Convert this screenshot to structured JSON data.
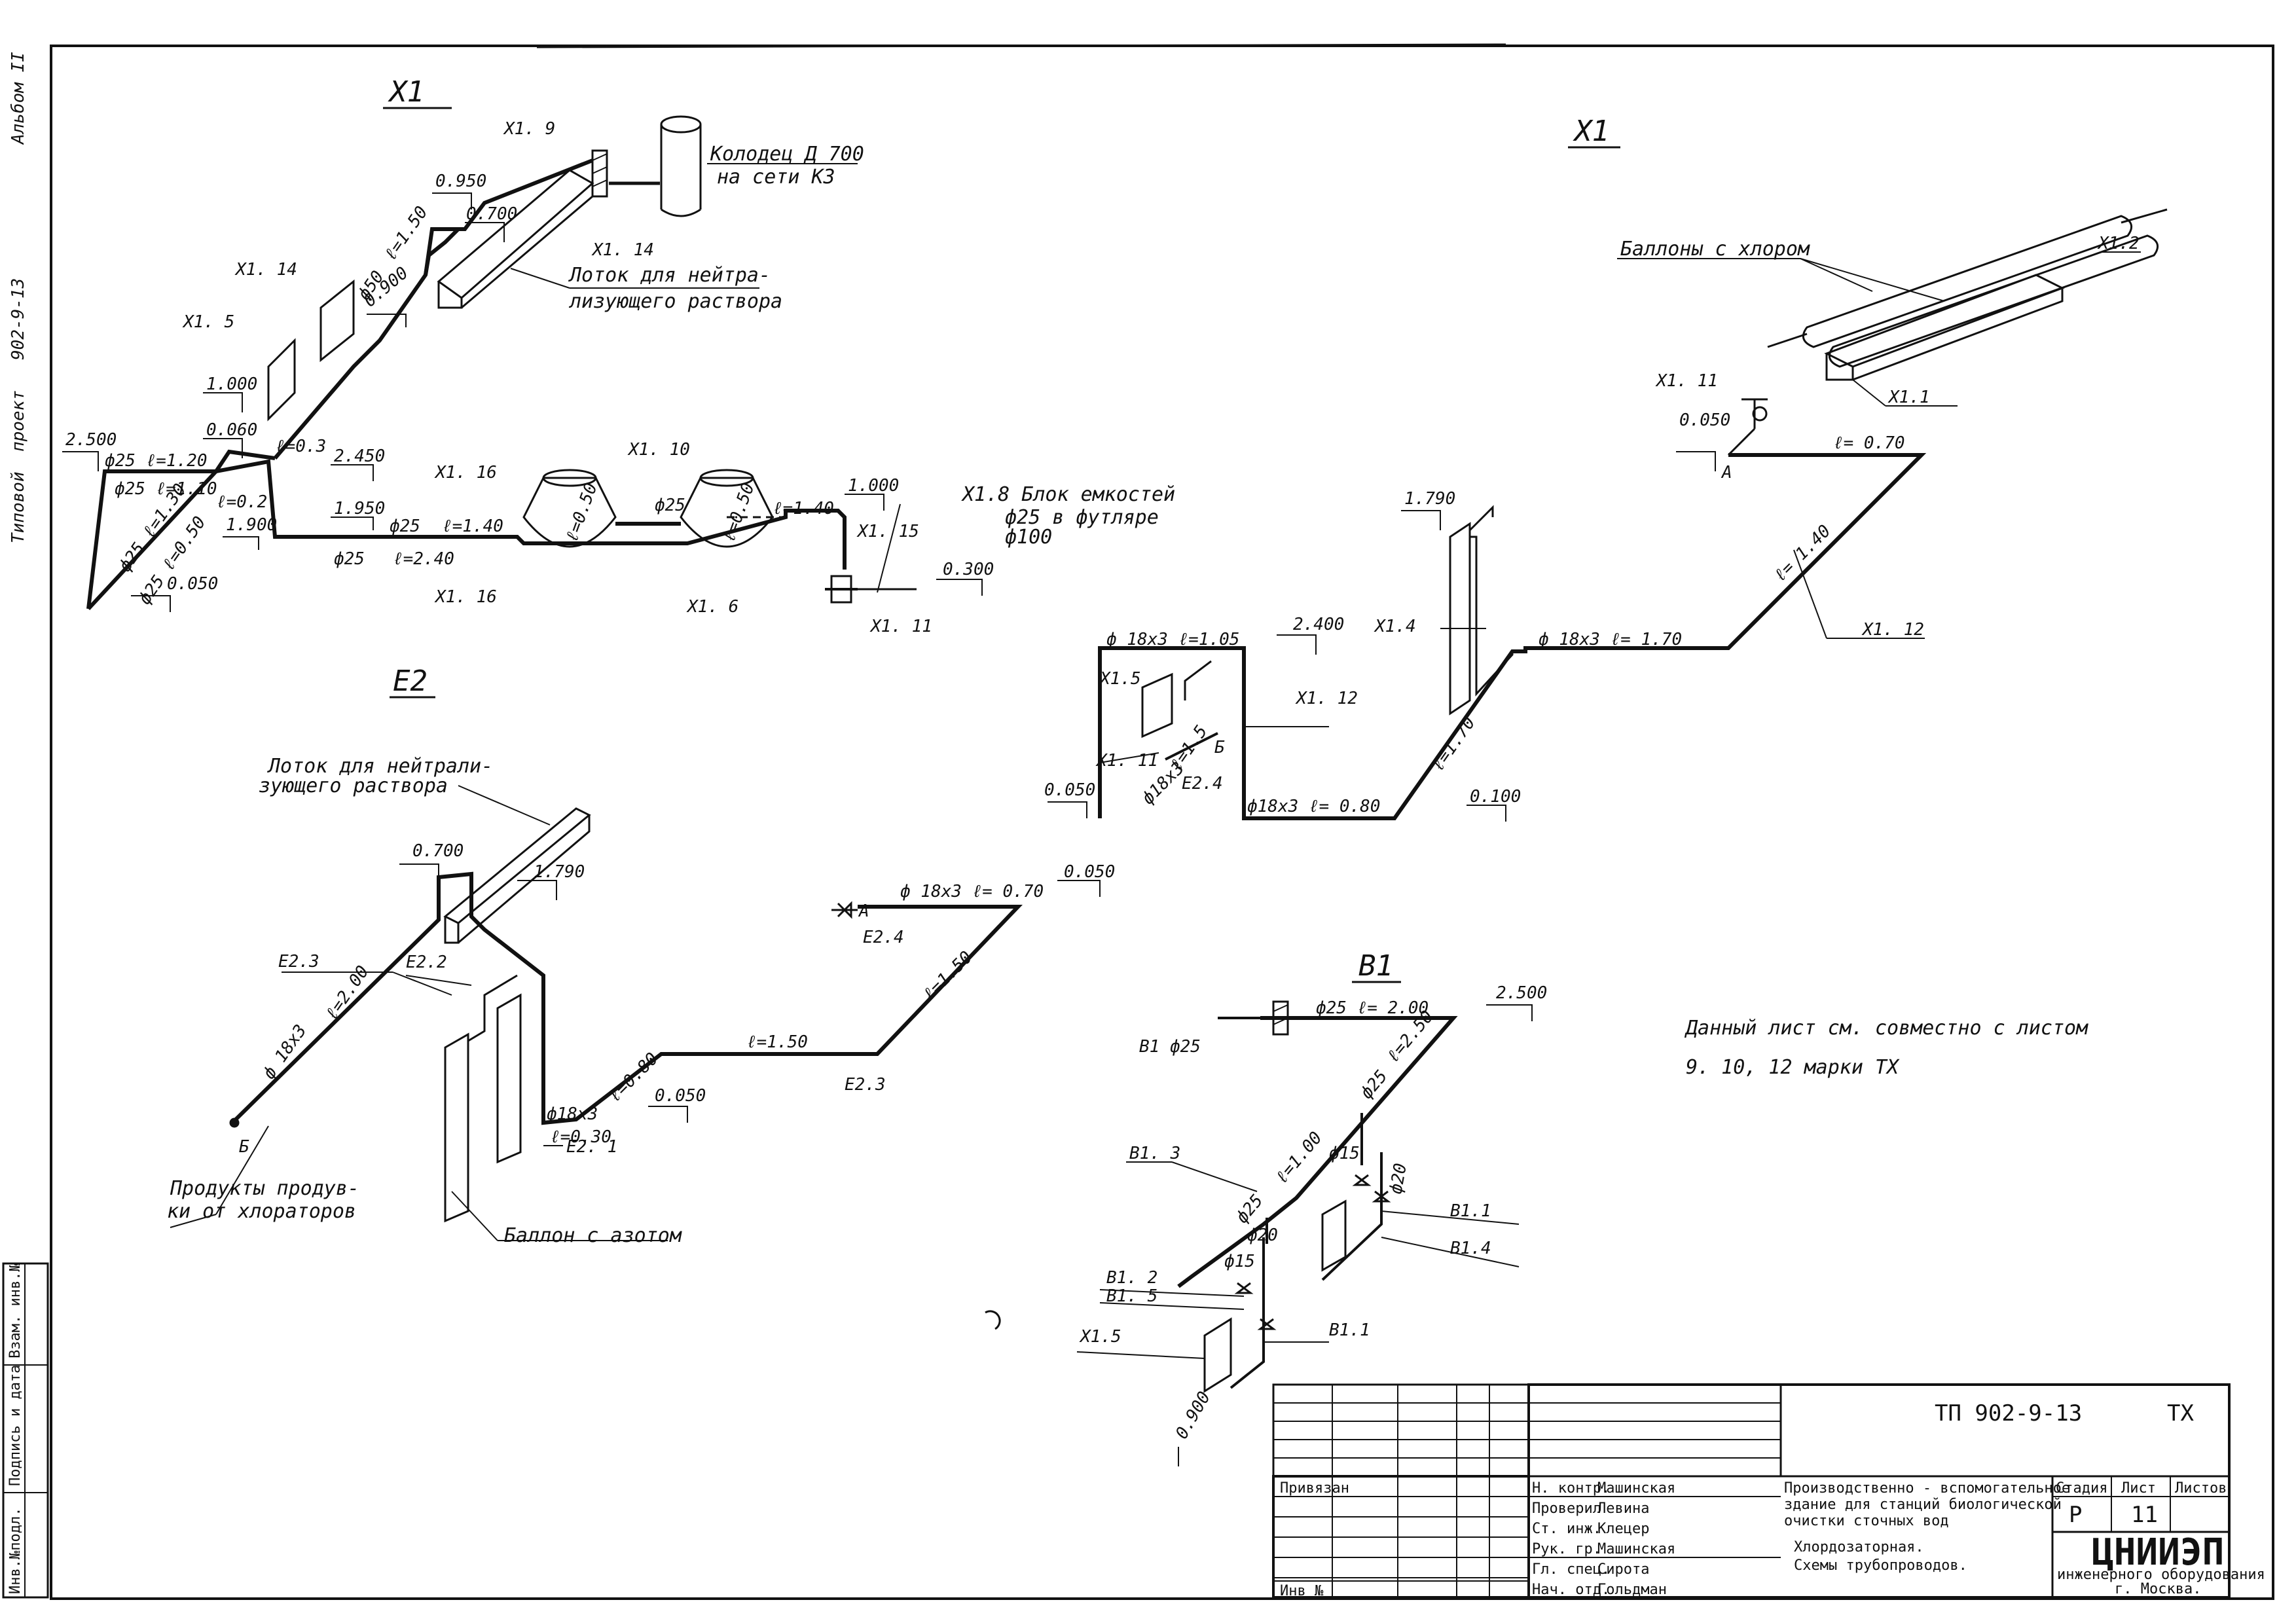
{
  "sections": {
    "x1_left": "Х1",
    "x1_right": "Х1",
    "e2": "Е2",
    "b1": "В1"
  },
  "side_text": {
    "series": "Типовой",
    "project_label": "проект",
    "project_code": "902-9-13",
    "album": "Альбом II"
  },
  "left_strip": {
    "inv": "Инв.№подл.",
    "signature_date": "Подпись и дата",
    "replaces": "Взам. инв.№"
  },
  "labels_x1_left": {
    "x1_9": "Х1. 9",
    "well_1": "Колодец Д 700",
    "well_2": "на сети К3",
    "tray_1": "Лоток для нейтра-",
    "tray_2": "лизующего раствора",
    "x1_14a": "Х1. 14",
    "x1_14b": "Х1. 14",
    "x1_5": "Х1. 5",
    "phi50": "ф50",
    "l150": "ℓ=1.50",
    "e0950": "0.950",
    "e0700": "0.700",
    "e0900": "0.900",
    "e1000": "1.000",
    "e0060": "0.060",
    "l003": "ℓ=0.3",
    "e2500": "2.500",
    "phi25_l120": "ф25 ℓ=1.20",
    "phi25_l110": "ф25 ℓ=1.10",
    "l02": "ℓ=0.2",
    "e1900": "1.900",
    "phi25_l130": "ф25 ℓ=1.30",
    "phi25_l050": "ф25 ℓ=0.50",
    "e0050": "0.050",
    "e2450": "2.450",
    "e1950": "1.950",
    "x1_16a": "Х1. 16",
    "x1_16b": "Х1. 16",
    "phi25_a": "ф25",
    "l140a": "ℓ=1.40",
    "phi25_b": "ф25",
    "l240": "ℓ=2.40",
    "x1_10": "Х1. 10",
    "phi25_c": "ф25",
    "l050v": "ℓ=0.50",
    "l050v2": "ℓ=0.50",
    "x1_6": "Х1. 6",
    "l140b": "ℓ=1.40",
    "e1000b": "1.000",
    "x1_8_1": "Х1.8 Блок емкостей",
    "x1_8_2": "ф25 в футляре",
    "x1_8_3": "ф100",
    "x1_15": "Х1. 15",
    "e0300": "0.300",
    "x1_11": "Х1. 11"
  },
  "labels_x1_right": {
    "cyl": "Баллоны с хлором",
    "x1_2": "Х1.2",
    "x1_1": "Х1.1",
    "x1_11": "Х1. 11",
    "e0050": "0.050",
    "point_a": "А",
    "l070": "ℓ= 0.70",
    "l140": "ℓ= 1.40",
    "x1_12a": "Х1. 12",
    "e1790": "1.790",
    "x1_4": "Х1.4",
    "phi18_l170": "ф 18х3   ℓ= 1.70",
    "l170v": "ℓ=1.70",
    "e0100": "0.100",
    "phi18_l105": "ф 18х3 ℓ=1.05",
    "e2400": "2.400",
    "x1_5": "Х1.5",
    "x1_12b": "Х1. 12",
    "point_b": "Б",
    "x1_11b": "Х1. 11",
    "l15": "ℓ=1.5",
    "phi18_s": "ф18х3",
    "e2_4": "Е2.4",
    "e0050b": "0.050",
    "phi18_l080": "ф18х3  ℓ= 0.80"
  },
  "labels_e2": {
    "tray_1": "Лоток для нейтрали-",
    "tray_2": "зующего раствора",
    "e0700": "0.700",
    "e1790": "1.790",
    "e2_3a": "Е2.3",
    "e2_2": "Е2.2",
    "phi18": "ф 18х3",
    "l200": "ℓ=2.00",
    "point_b": "Б",
    "prod_1": "Продукты продув-",
    "prod_2": "ки от хлораторов",
    "phi18_l070": "ф 18х3  ℓ= 0.70",
    "e0050": "0.050",
    "point_a": "А",
    "e2_4": "Е2.4",
    "l150a": "ℓ=1.50",
    "l150b": "ℓ=1.50",
    "l080": "ℓ=0.80",
    "e0050b": "0.050",
    "phi18b": "ф18х3",
    "l030": "ℓ=0.30",
    "e2_3b": "Е2.3",
    "e2_1": "Е2. 1",
    "n2": "Баллон с азотом"
  },
  "labels_b1": {
    "b1_phi25": "В1  ф25",
    "phi25_l200": "ф25  ℓ= 2.00",
    "e2500": "2.500",
    "l250": "ℓ=2.50",
    "phi25_d": "ф25",
    "b1_3": "В1. 3",
    "l100": "ℓ=1.00",
    "phi15a": "ф15",
    "phi20a": "ф20",
    "phi25_e": "ф25",
    "phi20b": "ф20",
    "b1_1a": "В1.1",
    "b1_4": "В1.4",
    "b1_2": "В1. 2",
    "b1_5": "В1. 5",
    "phi15b": "ф15",
    "b1_1b": "В1.1",
    "x1_5": "Х1.5",
    "e0900": "0.900"
  },
  "note": {
    "line1": "Данный   лист   см.   совместно   с   листом",
    "line2": "9. 10, 12   марки   ТХ"
  },
  "title_block": {
    "code": "ТП 902-9-13",
    "mark": "ТХ",
    "privyazan": "Привязан",
    "inv_no": "Инв №",
    "roles": [
      "Н. контр.",
      "Проверил",
      "Ст. инж.",
      "Рук. гр.",
      "Гл. спец.",
      "Нач. отд."
    ],
    "names": [
      "Машинская",
      "Левина",
      "Клецер",
      "Машинская",
      "Сирота",
      "Гольдман"
    ],
    "object_1": "Производственно - вспомогательное",
    "object_2": "здание для станций биологической",
    "object_3": "очистки сточных вод",
    "sheet_1": "Хлордозаторная.",
    "sheet_2": "Схемы трубопроводов.",
    "h_stage": "Стадия",
    "h_sheet": "Лист",
    "h_sheets": "Листов",
    "stage": "Р",
    "sheet_no": "11",
    "org": "ЦНИИЭП",
    "org_2": "инженерного оборудования",
    "org_3": "г. Москва."
  }
}
